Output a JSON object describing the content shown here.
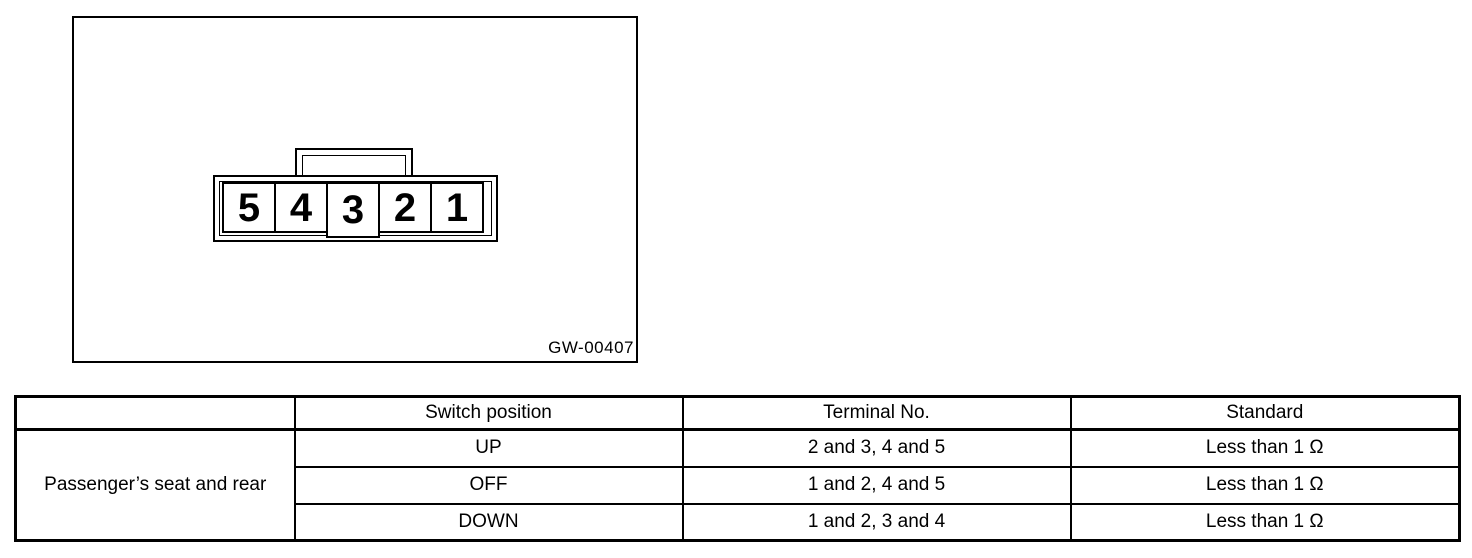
{
  "figure": {
    "caption": "GW-00407",
    "connector": {
      "terminals": [
        "5",
        "4",
        "3",
        "2",
        "1"
      ]
    }
  },
  "table": {
    "headers": [
      "",
      "Switch position",
      "Terminal No.",
      "Standard"
    ],
    "group_label": "Passenger’s seat and rear",
    "rows": [
      {
        "switch_position": "UP",
        "terminal_no": "2 and 3, 4 and 5",
        "standard": "Less than 1 Ω"
      },
      {
        "switch_position": "OFF",
        "terminal_no": "1 and 2, 4 and 5",
        "standard": "Less than 1 Ω"
      },
      {
        "switch_position": "DOWN",
        "terminal_no": "1 and 2, 3 and 4",
        "standard": "Less than 1 Ω"
      }
    ]
  }
}
